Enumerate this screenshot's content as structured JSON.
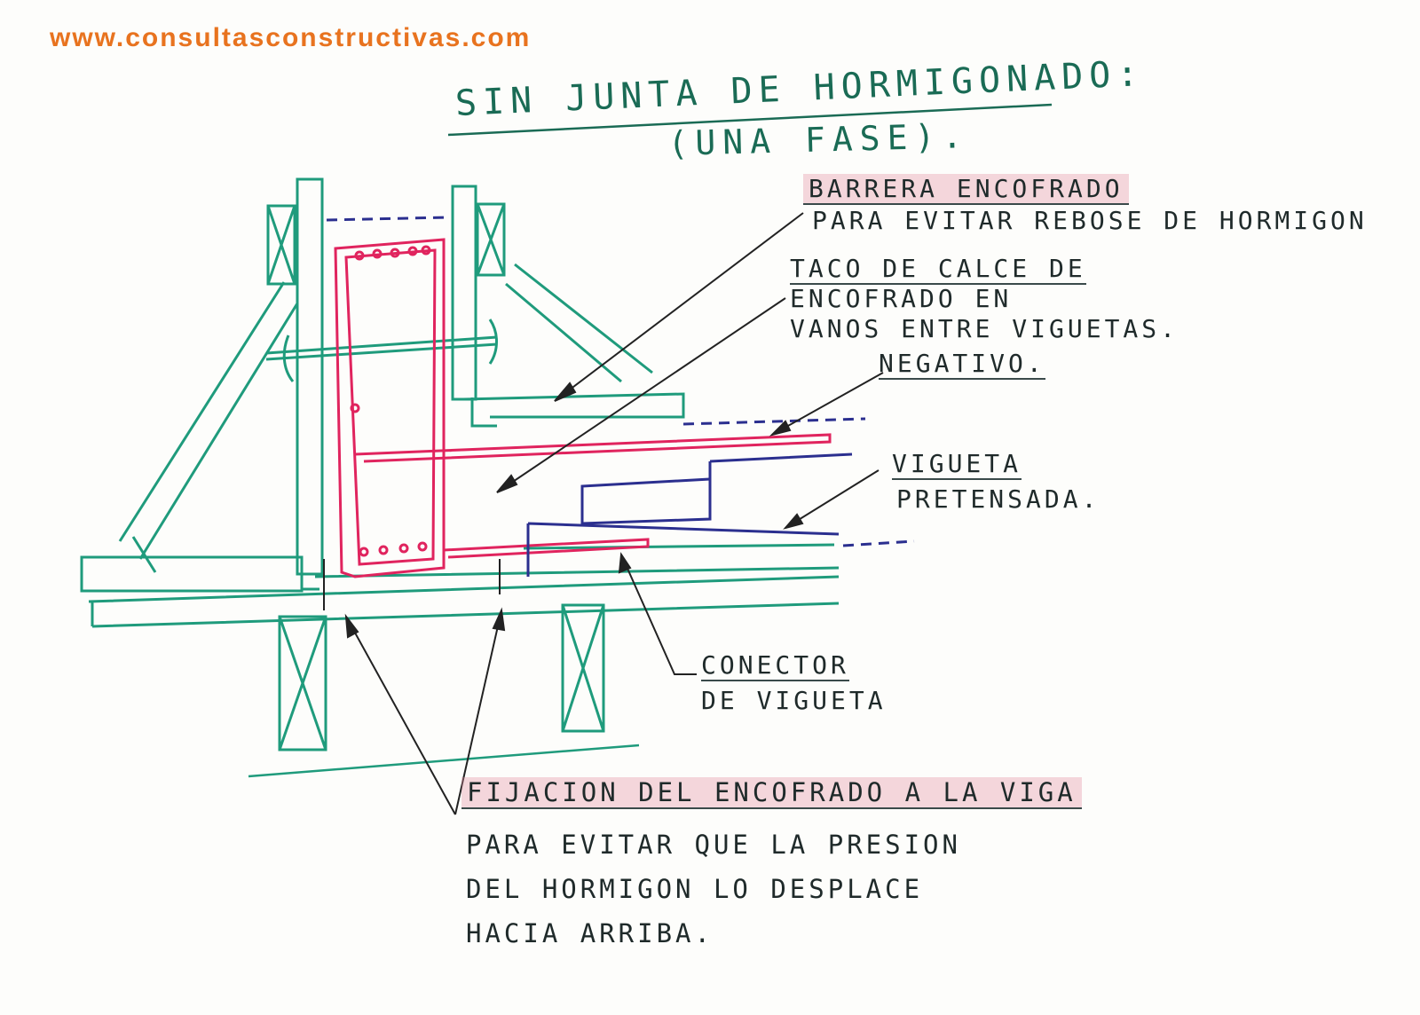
{
  "header": {
    "website": "www.consultasconstructivas.com"
  },
  "title": {
    "line1": "SIN JUNTA DE HORMIGONADO:",
    "line2": "(UNA FASE)."
  },
  "annotations": {
    "barrier": {
      "heading": "BARRERA ENCOFRADO",
      "text": "PARA EVITAR REBOSE DE HORMIGON"
    },
    "shim": {
      "heading": "TACO DE CALCE DE",
      "line2": "ENCOFRADO EN",
      "line3": "VANOS ENTRE VIGUETAS."
    },
    "negative": {
      "heading": "NEGATIVO."
    },
    "joist": {
      "heading": "VIGUETA",
      "text": "PRETENSADA."
    },
    "connector": {
      "heading": "CONECTOR",
      "text": "DE VIGUETA"
    },
    "fixing": {
      "heading": "FIJACION DEL ENCOFRADO A LA VIGA",
      "line2": "PARA EVITAR QUE LA PRESION",
      "line3": "DEL HORMIGON LO DESPLACE",
      "line4": "HACIA ARRIBA."
    }
  },
  "colors": {
    "formwork": "#1f9b7c",
    "rebar": "#e0245e",
    "joist": "#2b2f8f",
    "leader": "#222222",
    "website": "#e8731f",
    "highlight": "#e28ca0"
  }
}
